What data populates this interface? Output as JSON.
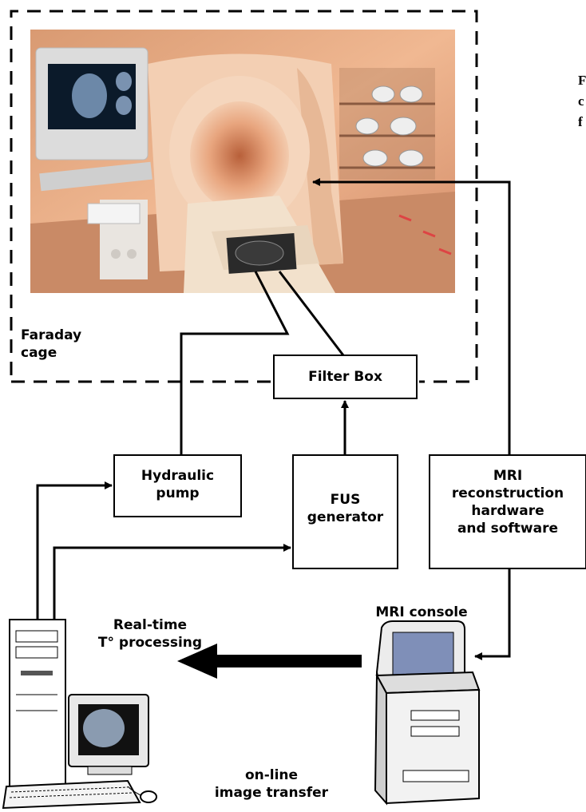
{
  "labels": {
    "faraday_cage": [
      "Faraday",
      "cage"
    ],
    "filter_box": "Filter Box",
    "hydraulic_pump": [
      "Hydraulic",
      "pump"
    ],
    "fus_generator": [
      "FUS",
      "generator"
    ],
    "mri_recon": [
      "MRI",
      "reconstruction",
      "hardware",
      "and software"
    ],
    "mri_console": "MRI console",
    "realtime_processing": [
      "Real-time",
      "T° processing"
    ],
    "image_transfer": [
      "on-line",
      "image transfer"
    ]
  },
  "cut_off_text": [
    "F",
    "c",
    "f"
  ],
  "photo": {
    "description_icon": "mri-scanner-photo",
    "monitor_icon": "brain-mri-monitor"
  },
  "colors": {
    "line": "#000000",
    "room_wall": "#e8a985",
    "scanner_bore": "#efc9a8"
  }
}
